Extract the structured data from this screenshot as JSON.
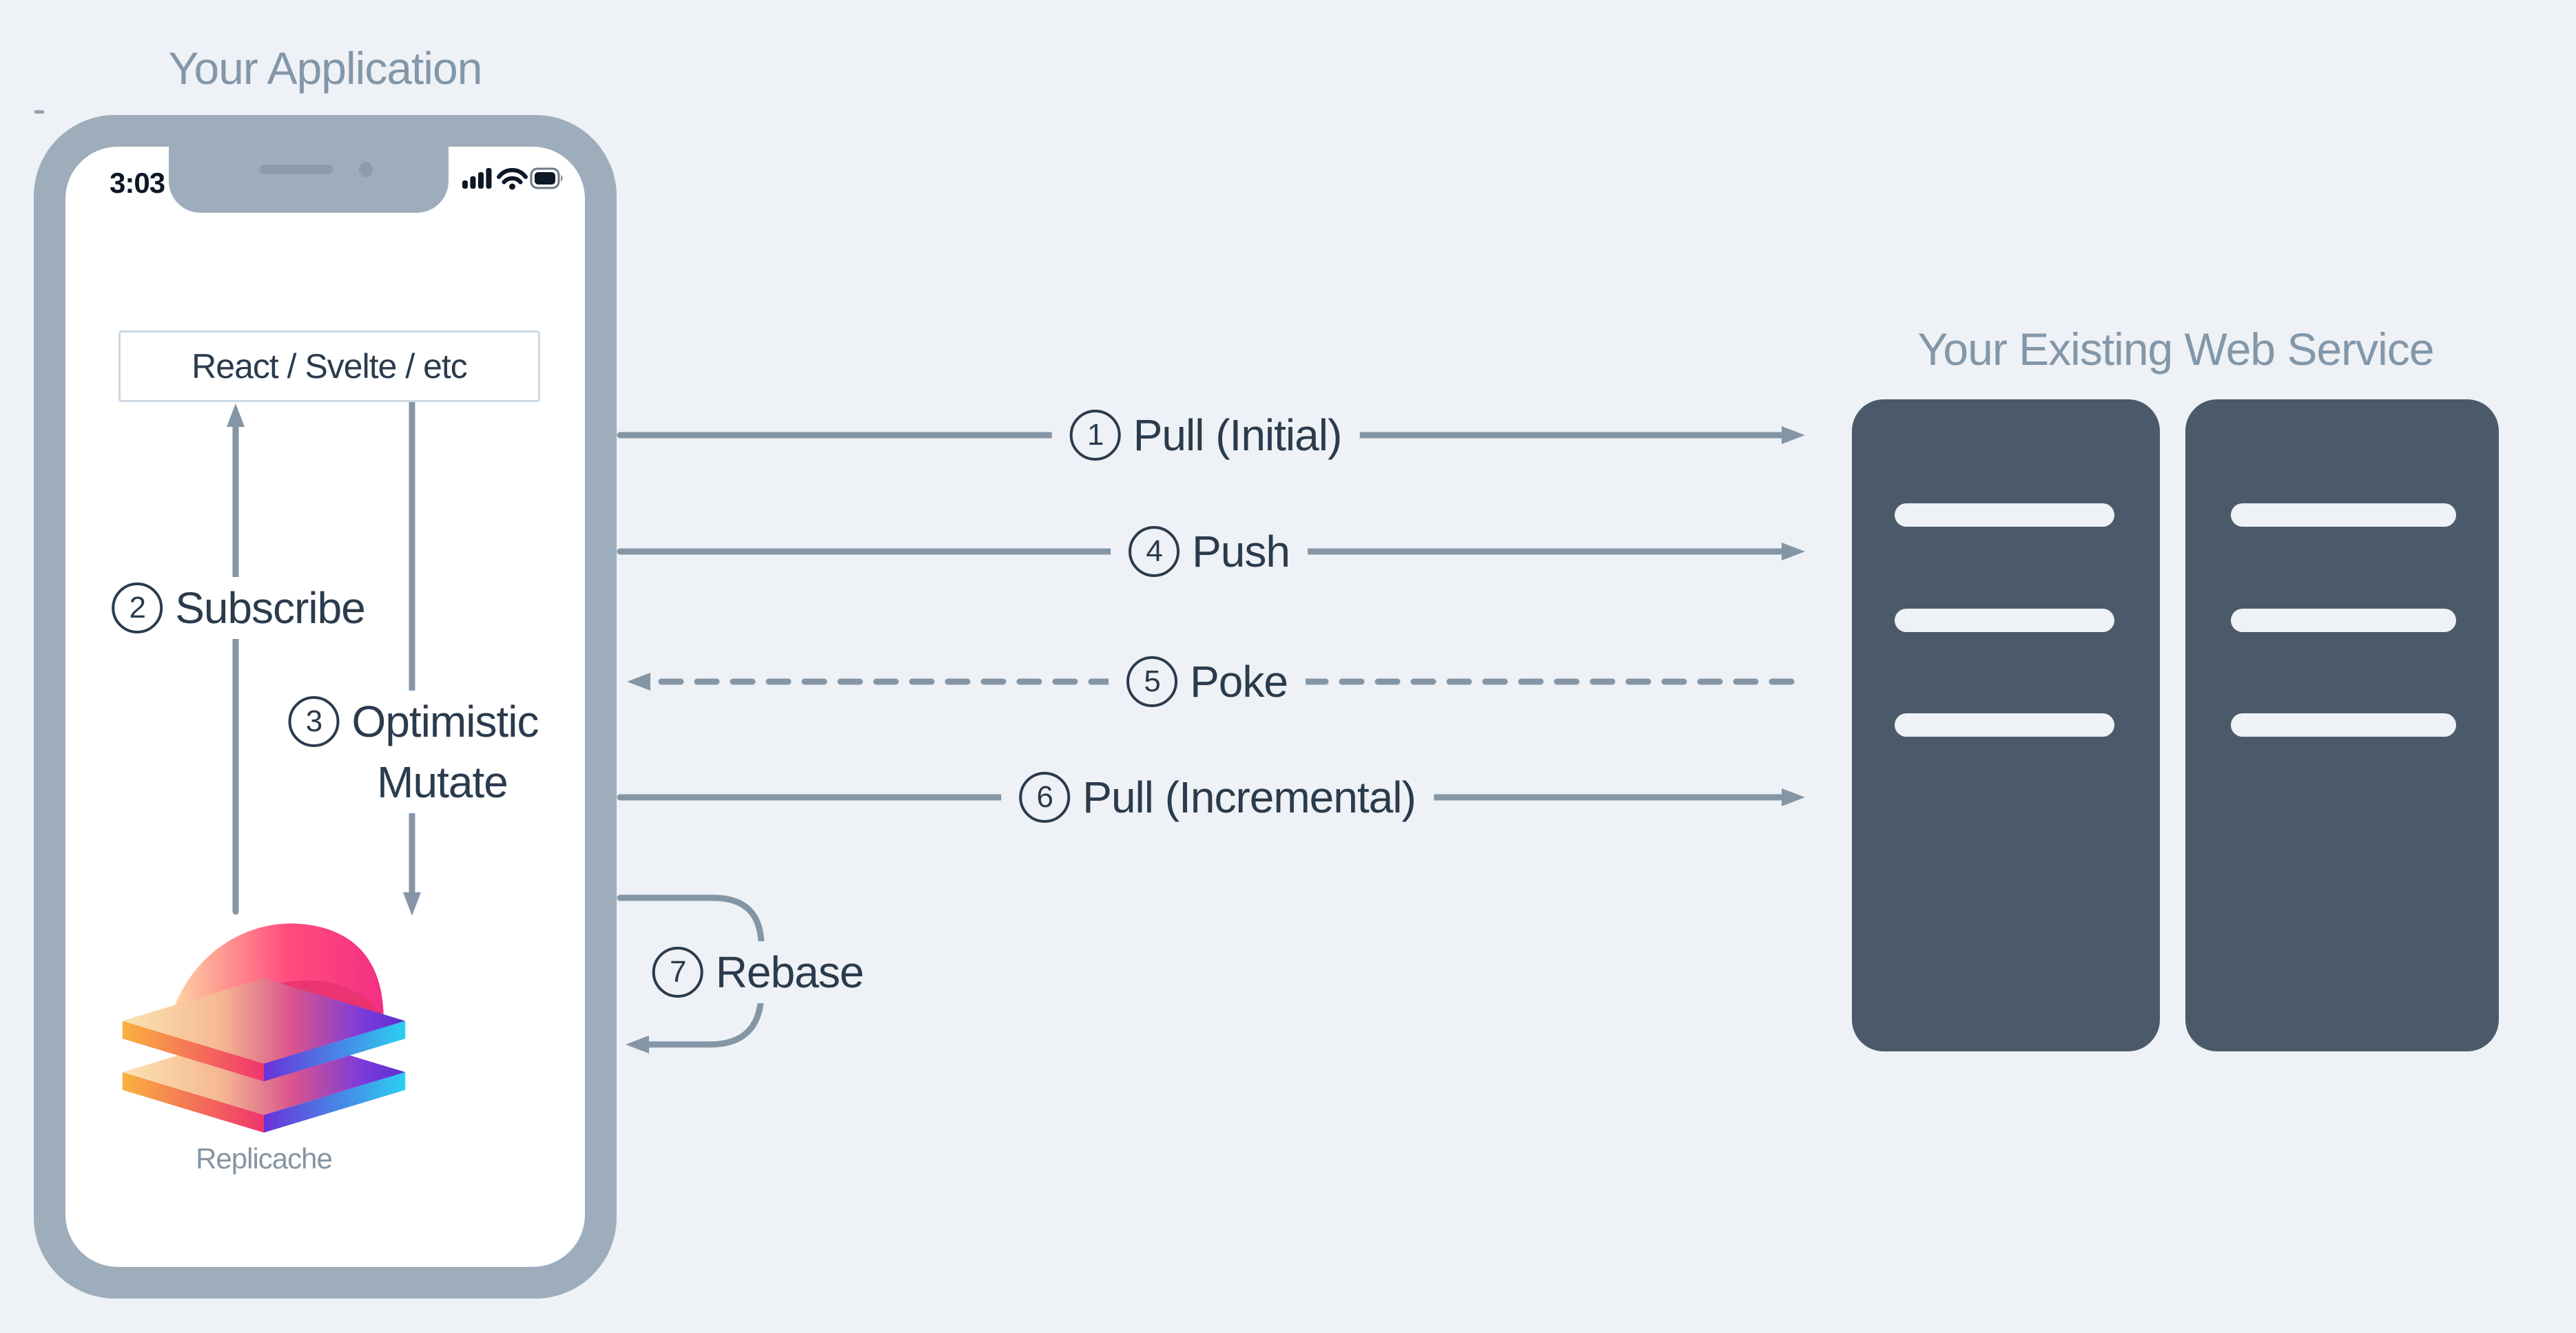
{
  "app": {
    "title": "Your Application"
  },
  "service": {
    "title": "Your Existing Web Service"
  },
  "phone": {
    "status_time": "3:03",
    "framework_box": "React / Svelte / etc",
    "logo_caption": "Replicache"
  },
  "steps": {
    "pull_initial": {
      "num": "1",
      "label": "Pull (Initial)"
    },
    "subscribe": {
      "num": "2",
      "label": "Subscribe"
    },
    "optimistic": {
      "num": "3",
      "label": "Optimistic",
      "label2": "Mutate"
    },
    "push": {
      "num": "4",
      "label": "Push"
    },
    "poke": {
      "num": "5",
      "label": "Poke"
    },
    "pull_incremental": {
      "num": "6",
      "label": "Pull (Incremental)"
    },
    "rebase": {
      "num": "7",
      "label": "Rebase"
    }
  },
  "icons": {
    "status": [
      "cellular-signal-icon",
      "wifi-icon",
      "battery-icon"
    ],
    "logo": "replicache-logo"
  },
  "colors": {
    "background": "#eef1f5",
    "phone_bezel": "#9dadbc",
    "notch_detail": "#8c9cad",
    "connector_gray": "#8496a6",
    "dark_text": "#2a3b4d",
    "muted_title": "#8297a9",
    "server_slate": "#4a5a6a",
    "box_border": "#ccd9e3",
    "caption_gray": "#8695a3",
    "logo_pink": "#f4307c",
    "logo_orange": "#f9b23f",
    "logo_purple": "#6d3be0",
    "logo_cyan": "#2ad0f2"
  }
}
